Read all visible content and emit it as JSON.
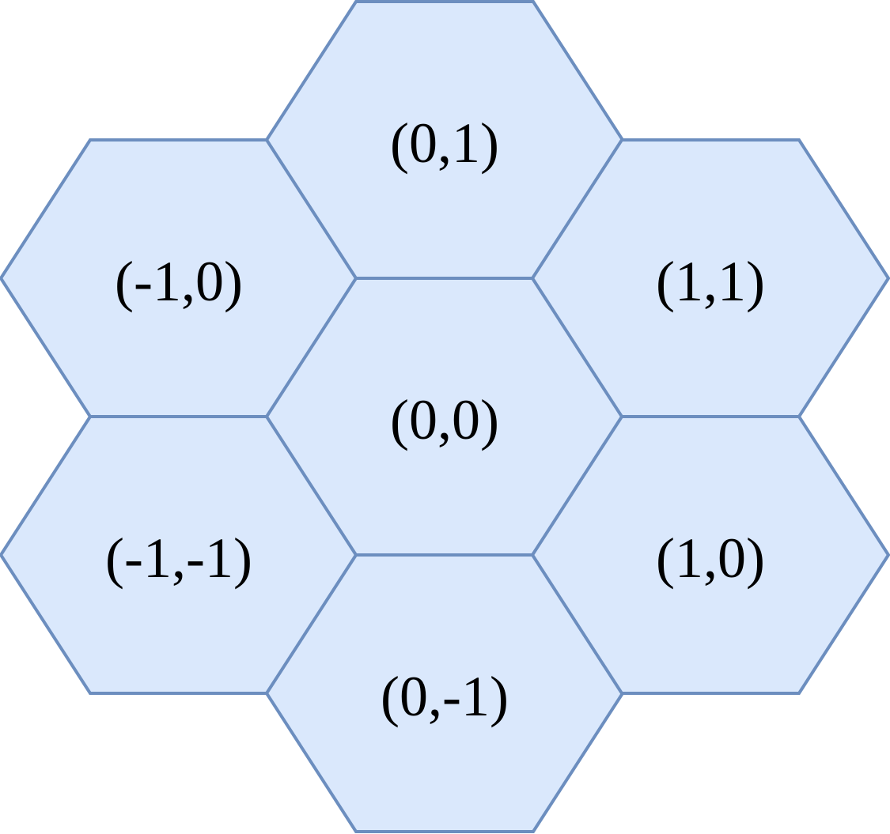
{
  "diagram": {
    "type": "hex-grid",
    "cells": [
      {
        "q": -1,
        "r": 0,
        "label": "(-1,0)"
      },
      {
        "q": -1,
        "r": -1,
        "label": "(-1,-1)"
      },
      {
        "q": 0,
        "r": 1,
        "label": "(0,1)"
      },
      {
        "q": 0,
        "r": 0,
        "label": "(0,0)"
      },
      {
        "q": 0,
        "r": -1,
        "label": "(0,-1)"
      },
      {
        "q": 1,
        "r": 1,
        "label": "(1,1)"
      },
      {
        "q": 1,
        "r": 0,
        "label": "(1,0)"
      }
    ]
  },
  "colors": {
    "hex_fill": "#dae8fc",
    "hex_stroke": "#6c8ebf",
    "text": "#000000"
  }
}
